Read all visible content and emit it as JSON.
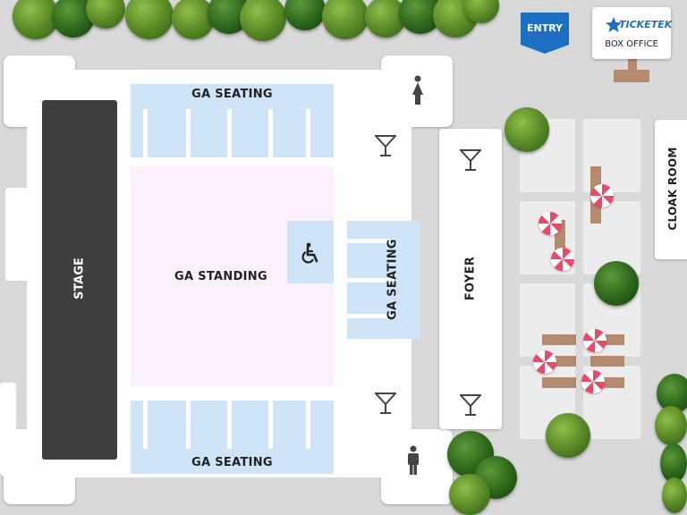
{
  "labels": {
    "entry": "ENTRY",
    "ticketek": "TICKETEK",
    "box_office": "BOX OFFICE",
    "stage": "STAGE",
    "ga_seating_top": "GA SEATING",
    "ga_standing": "GA STANDING",
    "ga_seating_right": "GA SEATING",
    "ga_seating_bottom": "GA SEATING",
    "foyer": "FOYER",
    "cloak_room": "CLOAK ROOM"
  },
  "icons": {
    "female_toilet": "female-toilet-icon",
    "male_toilet": "male-toilet-icon",
    "bar": "cocktail-glass-icon",
    "wheelchair": "wheelchair-icon",
    "umbrella": "umbrella-icon"
  },
  "colors": {
    "background": "#d9d9d9",
    "stage": "#3e3e3e",
    "seating": "#cfe4f6",
    "standing": "#fbf0fb",
    "entry": "#1d6fc4",
    "ticketek": "#1d6fc4",
    "bench": "#b58a6e",
    "umbrella": "#e94a6a"
  }
}
